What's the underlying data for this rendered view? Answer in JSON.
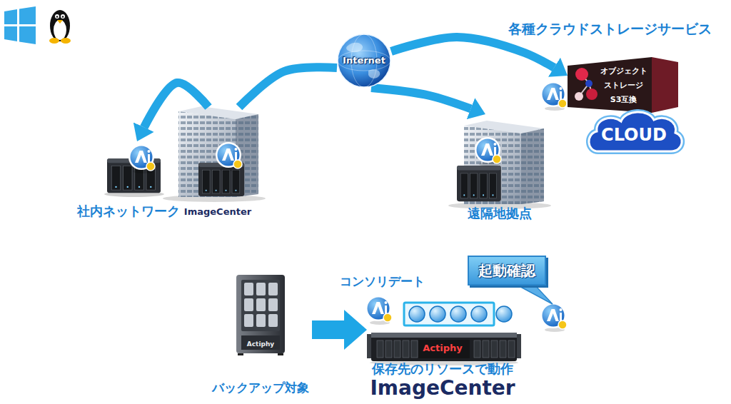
{
  "diagram": {
    "nodes": [
      {
        "text": [
          "社内ネットワーク"
        ]
      },
      {
        "text": [
          "ImageCenter"
        ]
      },
      {
        "text": [
          "Internet"
        ]
      },
      {
        "text": [
          "遠隔地拠点"
        ]
      },
      {
        "text": [
          "オブジェクト ストレージ S3互換"
        ]
      },
      {
        "text": [
          "CLOUD"
        ]
      },
      {
        "text": [
          "Actiphy",
          "バックアップ対象"
        ]
      },
      {
        "text": [
          "Actiphy",
          "保存先のリソースで動作",
          "ImageCenter"
        ]
      },
      {
        "text": [
          "起動確認"
        ]
      }
    ],
    "edges": [
      {
        "from": 1,
        "to": 0,
        "arrow": "to"
      },
      {
        "from": 1,
        "to": 2,
        "arrow": "none"
      },
      {
        "from": 2,
        "to": 3,
        "arrow": "to"
      },
      {
        "from": 2,
        "to": 4,
        "arrow": "to"
      },
      {
        "from": 6,
        "to": 7,
        "arrow": "to"
      }
    ],
    "labels": [
      "各種クラウドストレージサービス",
      "コンソリデート"
    ]
  }
}
